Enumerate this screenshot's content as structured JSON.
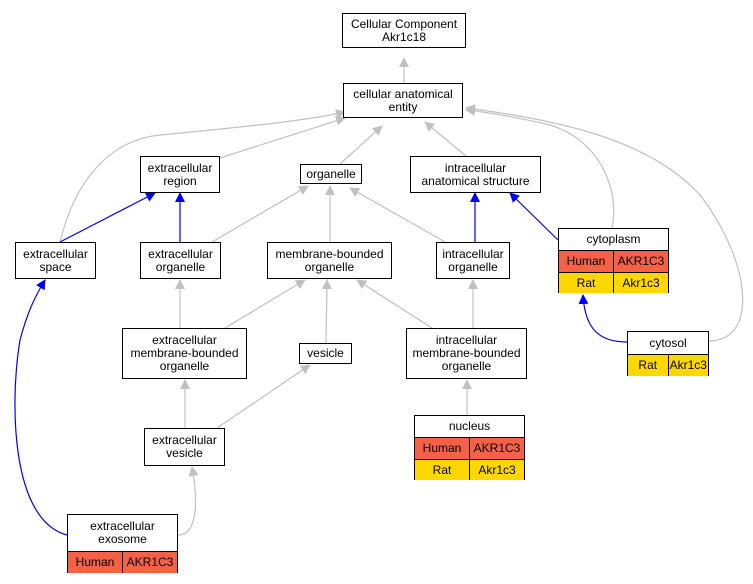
{
  "colors": {
    "is_a_edge": "#c0c0c0",
    "part_of_edge": "#0000ff",
    "human_row": "#f46145",
    "rat_row": "#ffd700"
  },
  "nodes": {
    "root": {
      "label": "Cellular Component\nAkr1c18"
    },
    "cae": {
      "label": "cellular anatomical\nentity"
    },
    "extracellular_region": {
      "label": "extracellular\nregion"
    },
    "organelle": {
      "label": "organelle"
    },
    "intracellular_anatomical_structure": {
      "label": "intracellular\nanatomical structure"
    },
    "extracellular_space": {
      "label": "extracellular\nspace"
    },
    "extracellular_organelle": {
      "label": "extracellular\norganelle"
    },
    "membrane_bounded_organelle": {
      "label": "membrane-bounded\norganelle"
    },
    "intracellular_organelle": {
      "label": "intracellular\norganelle"
    },
    "cytoplasm": {
      "label": "cytoplasm",
      "human": {
        "species": "Human",
        "gene": "AKR1C3"
      },
      "rat": {
        "species": "Rat",
        "gene": "Akr1c3"
      }
    },
    "extracellular_mbo": {
      "label": "extracellular\nmembrane-bounded\norganelle"
    },
    "vesicle": {
      "label": "vesicle"
    },
    "intracellular_mbo": {
      "label": "intracellular\nmembrane-bounded\norganelle"
    },
    "cytosol": {
      "label": "cytosol",
      "rat": {
        "species": "Rat",
        "gene": "Akr1c3"
      }
    },
    "nucleus": {
      "label": "nucleus",
      "human": {
        "species": "Human",
        "gene": "AKR1C3"
      },
      "rat": {
        "species": "Rat",
        "gene": "Akr1c3"
      }
    },
    "extracellular_vesicle": {
      "label": "extracellular\nvesicle"
    },
    "extracellular_exosome": {
      "label": "extracellular\nexosome",
      "human": {
        "species": "Human",
        "gene": "AKR1C3"
      }
    }
  },
  "edges": [
    {
      "from": "cae",
      "to": "root",
      "type": "is_a"
    },
    {
      "from": "extracellular_region",
      "to": "cae",
      "type": "is_a"
    },
    {
      "from": "organelle",
      "to": "cae",
      "type": "is_a"
    },
    {
      "from": "intracellular_anatomical_structure",
      "to": "cae",
      "type": "is_a"
    },
    {
      "from": "extracellular_space",
      "to": "cae",
      "type": "is_a"
    },
    {
      "from": "cytoplasm",
      "to": "cae",
      "type": "is_a"
    },
    {
      "from": "cytosol",
      "to": "cae",
      "type": "is_a"
    },
    {
      "from": "extracellular_space",
      "to": "extracellular_region",
      "type": "part_of"
    },
    {
      "from": "extracellular_organelle",
      "to": "extracellular_region",
      "type": "part_of"
    },
    {
      "from": "extracellular_organelle",
      "to": "organelle",
      "type": "is_a"
    },
    {
      "from": "membrane_bounded_organelle",
      "to": "organelle",
      "type": "is_a"
    },
    {
      "from": "intracellular_organelle",
      "to": "organelle",
      "type": "is_a"
    },
    {
      "from": "intracellular_organelle",
      "to": "intracellular_anatomical_structure",
      "type": "part_of"
    },
    {
      "from": "cytoplasm",
      "to": "intracellular_anatomical_structure",
      "type": "part_of"
    },
    {
      "from": "extracellular_mbo",
      "to": "extracellular_organelle",
      "type": "is_a"
    },
    {
      "from": "extracellular_mbo",
      "to": "membrane_bounded_organelle",
      "type": "is_a"
    },
    {
      "from": "vesicle",
      "to": "membrane_bounded_organelle",
      "type": "is_a"
    },
    {
      "from": "intracellular_mbo",
      "to": "membrane_bounded_organelle",
      "type": "is_a"
    },
    {
      "from": "intracellular_mbo",
      "to": "intracellular_organelle",
      "type": "is_a"
    },
    {
      "from": "cytosol",
      "to": "cytoplasm",
      "type": "part_of"
    },
    {
      "from": "nucleus",
      "to": "intracellular_mbo",
      "type": "is_a"
    },
    {
      "from": "extracellular_vesicle",
      "to": "extracellular_mbo",
      "type": "is_a"
    },
    {
      "from": "extracellular_vesicle",
      "to": "vesicle",
      "type": "is_a"
    },
    {
      "from": "extracellular_exosome",
      "to": "extracellular_vesicle",
      "type": "is_a"
    },
    {
      "from": "extracellular_exosome",
      "to": "extracellular_space",
      "type": "part_of"
    }
  ]
}
